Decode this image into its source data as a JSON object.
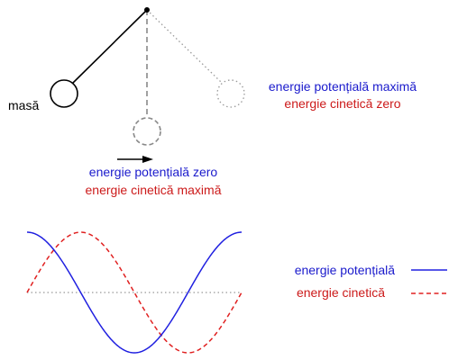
{
  "labels": {
    "mass": "masă",
    "right_potential": "energie potențială maximă",
    "right_kinetic": "energie cinetică zero",
    "bottom_potential": "energie potențială zero",
    "bottom_kinetic": "energie cinetică maximă"
  },
  "legend": {
    "potential": "energie potențială",
    "kinetic": "energie cinetică"
  },
  "colors": {
    "potential": "#1a1acc",
    "kinetic": "#cc1a1a",
    "rod": "#000000",
    "ghost": "#888888"
  }
}
